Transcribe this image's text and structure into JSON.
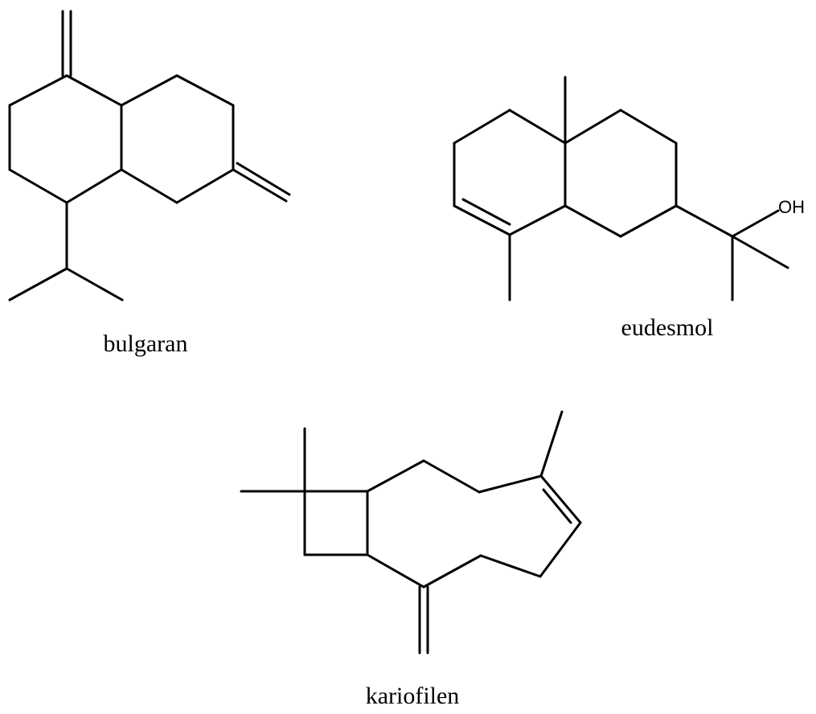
{
  "molecules": [
    {
      "id": "bulgaran",
      "name": "bulgaran"
    },
    {
      "id": "eudesmol",
      "name": "eudesmol",
      "atoms": {
        "hydroxyl": "OH"
      }
    },
    {
      "id": "kariofilen",
      "name": "kariofilen"
    }
  ],
  "colors": {
    "bond": "#000000",
    "background": "#ffffff",
    "text": "#000000"
  }
}
